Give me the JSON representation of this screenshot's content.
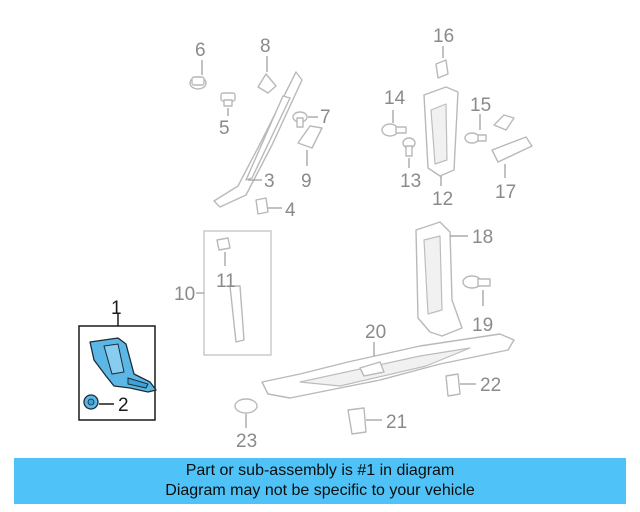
{
  "diagram": {
    "callouts": [
      "1",
      "2",
      "3",
      "4",
      "5",
      "6",
      "7",
      "8",
      "9",
      "10",
      "11",
      "12",
      "13",
      "14",
      "15",
      "16",
      "17",
      "18",
      "19",
      "20",
      "21",
      "22",
      "23"
    ],
    "highlight_color": "#5bb8e6",
    "banner_color": "#4fc3f7"
  },
  "banner": {
    "line1": "Part or sub-assembly is #1 in diagram",
    "line2": "Diagram may not be specific to your vehicle"
  }
}
